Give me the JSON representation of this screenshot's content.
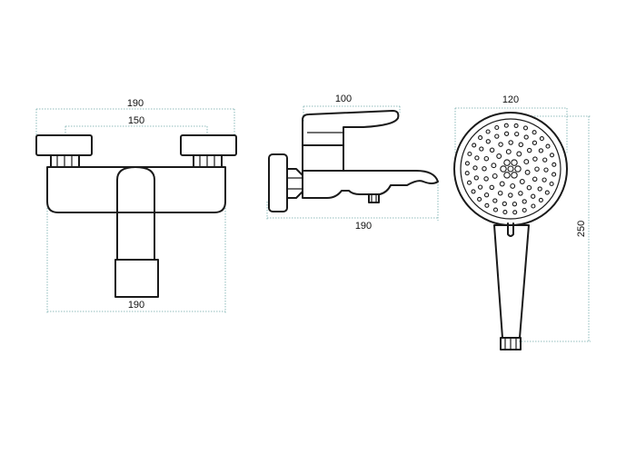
{
  "colors": {
    "line": "#1a1a1a",
    "dimension": "#6fa8a8"
  },
  "front_view": {
    "top_width_label": "190",
    "inner_width_label": "150",
    "bottom_width_label": "190"
  },
  "side_view": {
    "handle_length_label": "100",
    "spout_length_label": "190"
  },
  "shower_head": {
    "width_label": "120",
    "height_label": "250"
  }
}
